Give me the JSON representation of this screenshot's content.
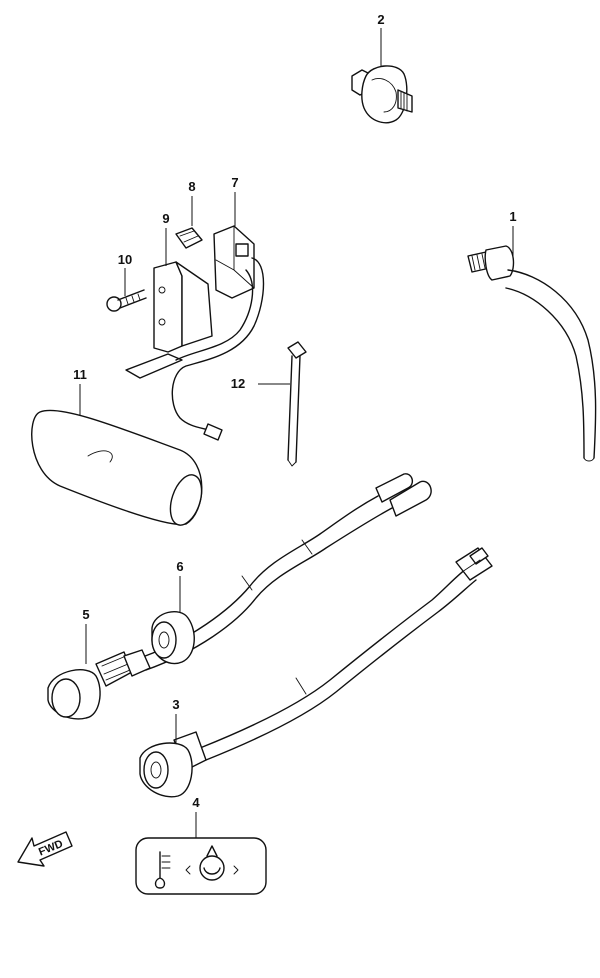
{
  "callouts": {
    "c1": "1",
    "c2": "2",
    "c3": "3",
    "c4": "4",
    "c5": "5",
    "c6": "6",
    "c7": "7",
    "c8": "8",
    "c9": "9",
    "c10": "10",
    "c11": "11",
    "c12": "12"
  },
  "direction_arrow": {
    "label": "FWD"
  },
  "icons": {
    "part_2": "oil-pressure-switch-icon",
    "part_1": "temperature-sensor-cable-icon",
    "part_7": "overheat-switch-harness-icon",
    "part_8": "cap-icon",
    "part_9": "bracket-icon",
    "part_10": "screw-icon",
    "part_11": "sleeve-tube-icon",
    "part_12": "cable-tie-icon",
    "part_6": "grommet-icon",
    "part_5": "indicator-lamp-icon",
    "part_3": "indicator-lamp-harness-icon",
    "part_4": "warning-label-icon"
  }
}
